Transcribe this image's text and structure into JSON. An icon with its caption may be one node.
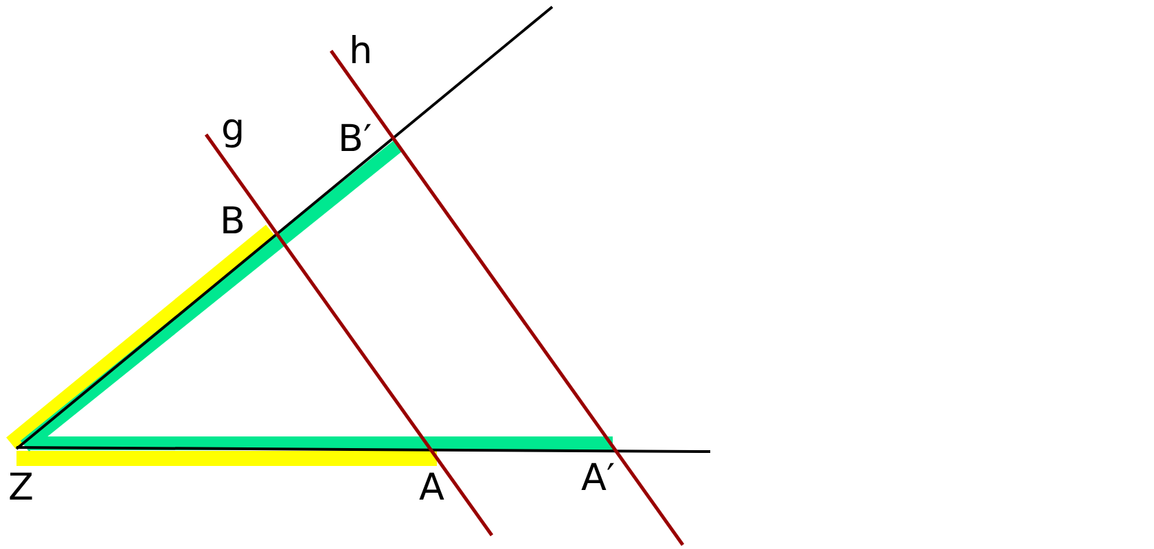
{
  "diagram": {
    "labels": [
      "h",
      "g",
      "B′",
      "B",
      "Z",
      "A",
      "A′"
    ]
  }
}
